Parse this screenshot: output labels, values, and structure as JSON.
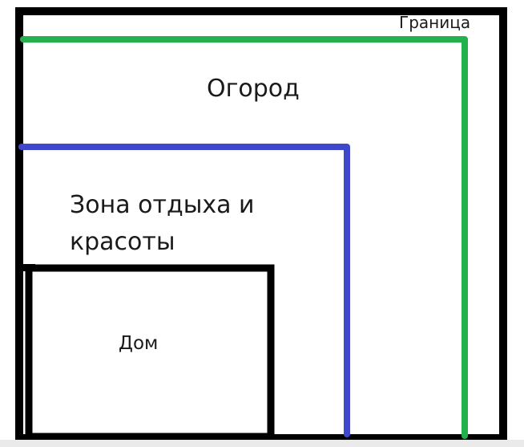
{
  "diagram": {
    "labels": {
      "border": "Граница",
      "garden": "Огород",
      "rest_zone_line1": "Зона отдыха и",
      "rest_zone_line2": "красоты",
      "house": "Дом"
    },
    "colors": {
      "outer_frame": "#000000",
      "border_line": "#22b14c",
      "rest_zone_line": "#3f48cc",
      "house_outline": "#000000",
      "background": "#ffffff"
    }
  }
}
